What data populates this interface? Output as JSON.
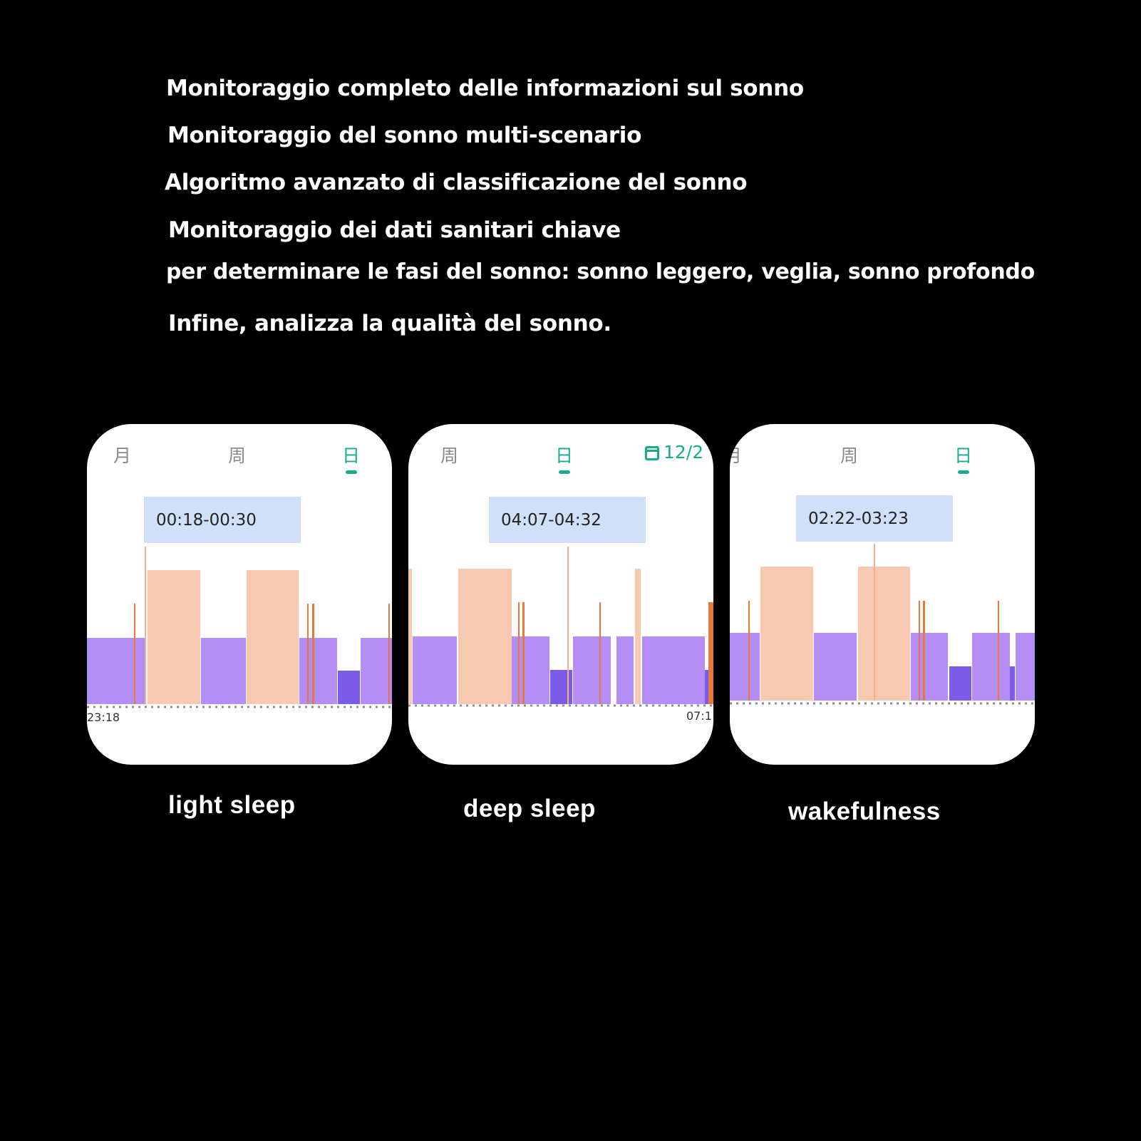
{
  "headlines": [
    "Monitoraggio completo delle informazioni sul sonno",
    "Monitoraggio del sonno multi-scenario",
    "Algoritmo avanzato di classificazione del sonno",
    "Monitoraggio dei dati sanitari chiave",
    "per determinare le fasi del sonno: sonno leggero, veglia, sonno profondo",
    "Infine, analizza la qualità del sonno."
  ],
  "colors": {
    "background": "#000000",
    "accent": "#1aab8b",
    "light_sleep": "#b48df5",
    "deep_sleep": "#7a5ce8",
    "awake": "#f8c8b0",
    "marker": "#e8773a",
    "tooltip": "#cfe0f8"
  },
  "watches": [
    {
      "tabs": [
        "月",
        "周",
        "日"
      ],
      "active_tab": "日",
      "tooltip": "00:18-00:30",
      "start_time": "23:18",
      "end_time": "",
      "caption": "light sleep"
    },
    {
      "tabs": [
        "周",
        "日"
      ],
      "active_tab": "日",
      "date": "12/2",
      "tooltip": "04:07-04:32",
      "start_time": "",
      "end_time": "07:1",
      "caption": "deep sleep"
    },
    {
      "tabs": [
        "月",
        "周",
        "日"
      ],
      "active_tab": "日",
      "tooltip": "02:22-03:23",
      "start_time": "",
      "end_time": "",
      "caption": "wakefulness"
    }
  ]
}
